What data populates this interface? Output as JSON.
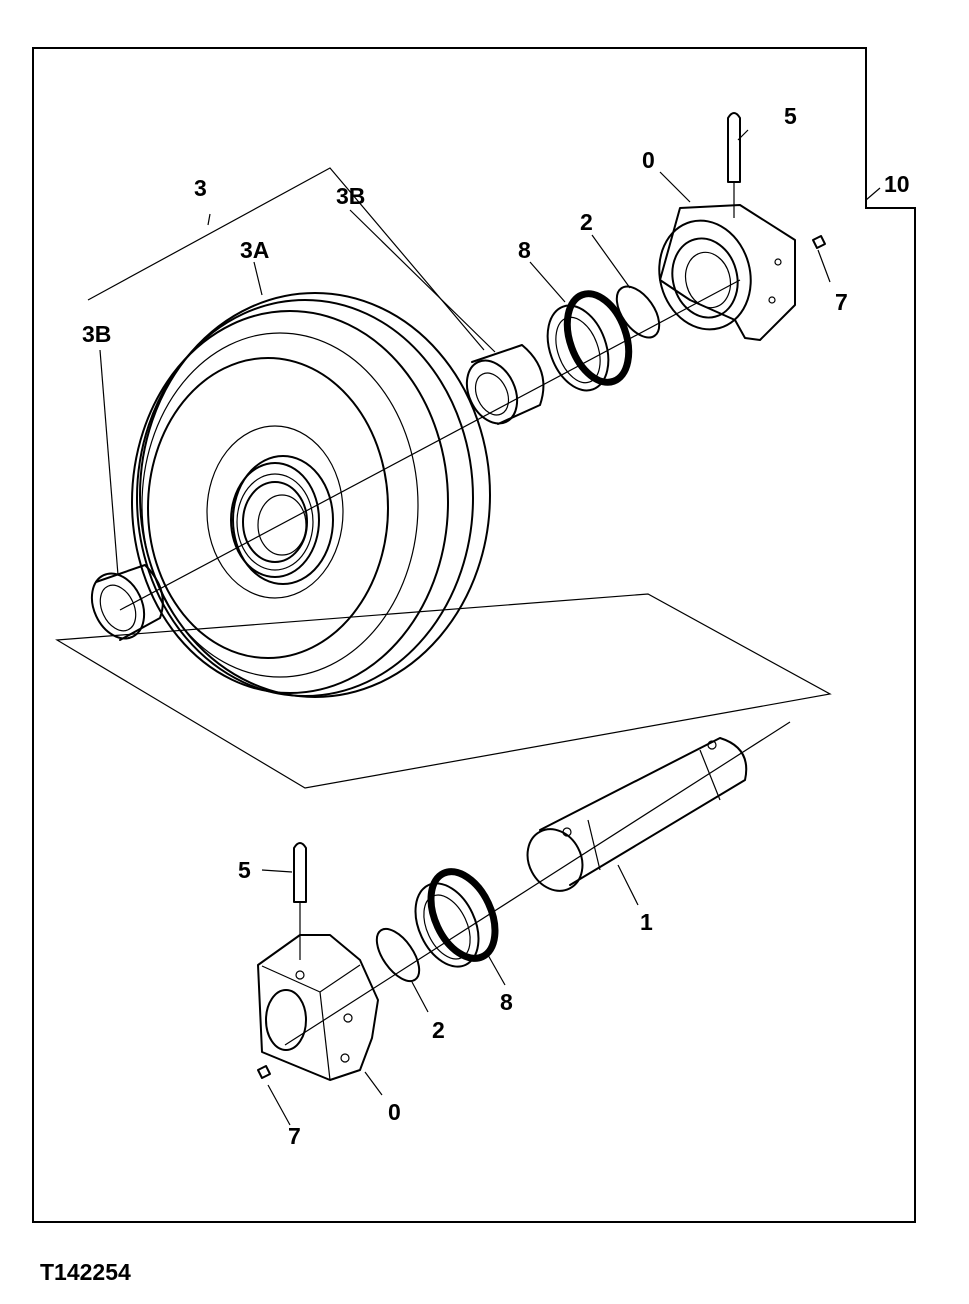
{
  "figure_id": "T142254",
  "callouts": {
    "c10": "10",
    "c3": "3",
    "c3A": "3A",
    "c3B_left": "3B",
    "c3B_right": "3B",
    "c5_top": "5",
    "c0_top": "0",
    "c2_top": "2",
    "c8_top": "8",
    "c7_top": "7",
    "c1": "1",
    "c5_bottom": "5",
    "c2_bottom": "2",
    "c8_bottom": "8",
    "c0_bottom": "0",
    "c7_bottom": "7"
  }
}
